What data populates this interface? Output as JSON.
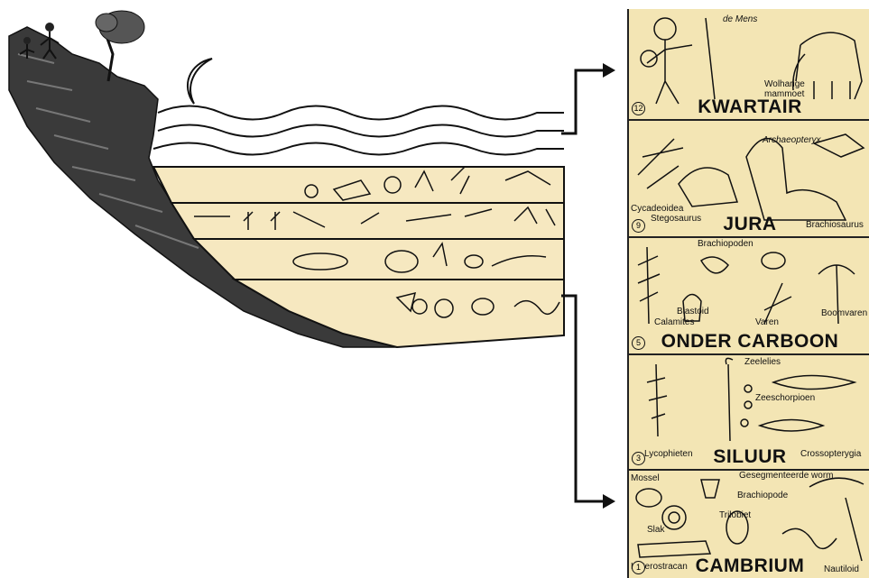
{
  "eras": [
    {
      "number": "12",
      "title": "KWARTAIR",
      "labels": [
        "de Mens",
        "Wolharige",
        "mammoet"
      ]
    },
    {
      "number": "9",
      "title": "JURA",
      "labels": [
        "Archaeopteryx",
        "Cycadeoidea",
        "Stegosaurus",
        "Brachiosaurus"
      ]
    },
    {
      "number": "5",
      "title": "ONDER CARBOON",
      "labels": [
        "Brachiopoden",
        "Blastoid",
        "Calamites",
        "Varen",
        "Boomvaren"
      ]
    },
    {
      "number": "3",
      "title": "SILUUR",
      "labels": [
        "Zeelelies",
        "Zeeschorpioen",
        "Lycophieten",
        "Crossopterygia"
      ]
    },
    {
      "number": "1",
      "title": "CAMBRIUM",
      "labels": [
        "Mossel",
        "Gesegmenteerde worm",
        "Brachiopode",
        "Trilobiet",
        "Slak",
        "Heterostracan",
        "Nautiloid"
      ]
    }
  ],
  "colors": {
    "panel_bg": "#f3e5b4",
    "sediment": "#f6e8c0",
    "ink": "#111111"
  }
}
